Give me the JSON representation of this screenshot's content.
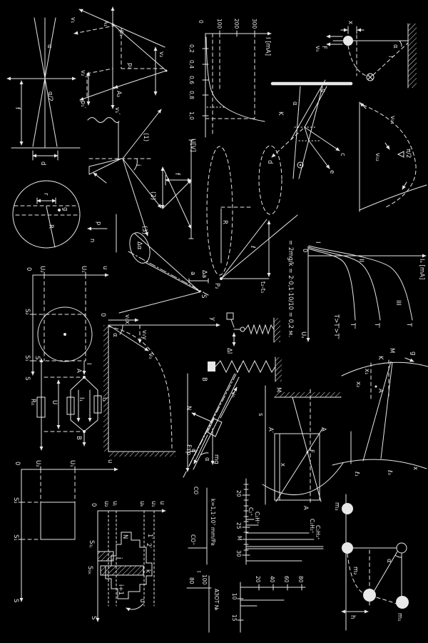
{
  "figure": {
    "background": "#000000",
    "ink": "#e8e8e8",
    "description": "Collage of physics textbook diagrams, white line art on black, labels rotated 90°"
  },
  "d1_focal": {
    "alpha": "α",
    "alpha_half": "α/2",
    "f": "f",
    "d": "d"
  },
  "d2_vectors": {
    "v1": "v₁",
    "p1": "p₁",
    "v2": "v₂",
    "p2": "p₂",
    "v2p": "v₂′",
    "p1p": "p₁′",
    "v1p": "v₁′",
    "a1": "A₁",
    "a2": "A₂"
  },
  "d3_diode": {
    "zero": "0",
    "x_ticks": [
      "0,2",
      "0,4",
      "0,6",
      "0,8",
      "1,0"
    ],
    "y_ticks": [
      "100",
      "200",
      "300"
    ],
    "y_label": "I [mA]",
    "x_label": "U[V]"
  },
  "d4_pendulum": {
    "x": "x",
    "v0": "v₀",
    "f": "F",
    "l": "l",
    "alpha": "α"
  },
  "d5_mirror": {
    "s": "S",
    "k": "K",
    "alpha": "α",
    "c": "c",
    "e": "e",
    "d": "d"
  },
  "d6_arc": {
    "v01": "v₀₁",
    "v02": "v₀₂",
    "pi_half": "π/2"
  },
  "d7_circle": {
    "r": "r",
    "g": "g",
    "R": "R"
  },
  "d8_prism": {
    "r1": "(1)",
    "r2": "(2)",
    "r3": "(3)",
    "i": "i",
    "f": "f"
  },
  "d9_lens": {
    "R": "R"
  },
  "d10_cone": {
    "p": "p",
    "n": "n",
    "da": "Δα",
    "a": "a",
    "das": "Δa",
    "s": "S"
  },
  "d11_spring": {
    "formula": "= 2mg/k = 2·0,1·10/10 = 0,2 м.",
    "dl": "Δl",
    "b": "B"
  },
  "d24_point": {
    "p2": "P₂",
    "l": "ℓ",
    "t": "t₂-t₁"
  },
  "d12_triode": {
    "zero": "0",
    "c1": "I",
    "c2": "II",
    "c3": "III",
    "t2": "T″",
    "t1": "T′",
    "t0": "T",
    "ineq": "T>T′>T″",
    "x_label": "Iₐ [mA]",
    "y_label": "Uₐ"
  },
  "d13_arc": {
    "m": "M",
    "k": "K",
    "g": "g",
    "x1": "x₁",
    "x2": "x₂",
    "a": "A",
    "l1": "ℓ₁",
    "l0": "ℓ₀",
    "x": "x"
  },
  "d14_ucircle": {
    "zero": "0",
    "u2": "U₂",
    "u1": "U₁",
    "u": "u",
    "s2": "S₂",
    "s1": "S₁",
    "s": "S"
  },
  "d15_projectile": {
    "zero": "0",
    "v0x": "v₀x",
    "v0y": "v₀y",
    "v0": "v₀",
    "alpha": "α",
    "y": "y"
  },
  "d16_circuit": {
    "s": "S",
    "r0": "R₀",
    "i": "I",
    "a": "A",
    "b": "B",
    "u": "U",
    "i1": "I₁",
    "i2": "I₂"
  },
  "d17_incline": {
    "n": "N",
    "v0": "v₀",
    "mg": "mg",
    "ftr": "Fтр",
    "alpha1": "α",
    "alpha2": "α"
  },
  "d18_mirror2": {
    "m": "M",
    "s": "s",
    "a_top_l": "A′",
    "a_top_r": "A",
    "f": "F",
    "x": "x",
    "a_bottom": "A"
  },
  "d19_pulse": {
    "zero": "0",
    "u2": "U₂",
    "u1": "U₁",
    "u": "u",
    "s2": "S₂",
    "s1": "S₁",
    "s": "S"
  },
  "d20_steps": {
    "zero": "0",
    "u2": "u₂",
    "uj": "uⱼ",
    "uk": "uₖ",
    "u1": "u₁",
    "u": "u",
    "s": "S",
    "sij": "S₁ⱼ",
    "sik": "S₁ₖ",
    "n": "N",
    "j": "j",
    "k": "k",
    "p1": "1′",
    "p2": "2′",
    "i1": "i+1",
    "usm": "u"
  },
  "d21_spectrum": {
    "co": "CO",
    "co_plus": "CO⁺",
    "k": "k=1,1·10⁷ mm/Pa",
    "i": "I",
    "v100": "100",
    "v80": "80",
    "azot": "АЗОТ №",
    "m_ticks": [
      "20",
      "25",
      "M",
      "30"
    ],
    "peaks": [
      "C₂⁺",
      "C₂H⁺",
      "C₂H₂⁺",
      "C₂H₃⁺"
    ],
    "n_ticks": [
      "20",
      "40",
      "60",
      "80"
    ],
    "i_ticks": [
      "10",
      "15"
    ]
  },
  "d22_pulley": {
    "m3": "m₃",
    "m2": "m₂",
    "m1": "m₁",
    "alpha": "α",
    "h": "h"
  }
}
